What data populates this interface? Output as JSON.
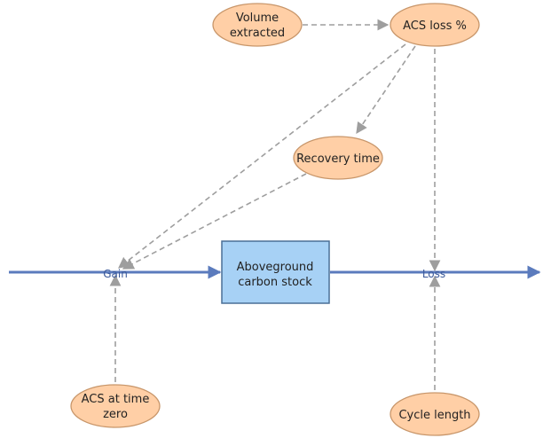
{
  "colors": {
    "background": "#ffffff",
    "ellipse_fill": "#ffcfa6",
    "ellipse_stroke": "#c8966a",
    "stock_fill": "#a7d1f5",
    "stock_stroke": "#4a6f96",
    "flow_line": "#5b7bbd",
    "dashed_arrow": "#9e9e9e",
    "label_text": "#222222",
    "flow_label_text": "#3c5a9a"
  },
  "diagram": {
    "stock": {
      "line1": "Aboveground",
      "line2": "carbon stock"
    },
    "flows": {
      "gain": "Gain",
      "loss": "Loss"
    },
    "variables": {
      "volume_extracted": {
        "line1": "Volume",
        "line2": "extracted"
      },
      "acs_loss": {
        "line1": "ACS loss %"
      },
      "recovery_time": {
        "line1": "Recovery time"
      },
      "acs_at_time_zero": {
        "line1": "ACS at time",
        "line2": "zero"
      },
      "cycle_length": {
        "line1": "Cycle length"
      }
    }
  }
}
